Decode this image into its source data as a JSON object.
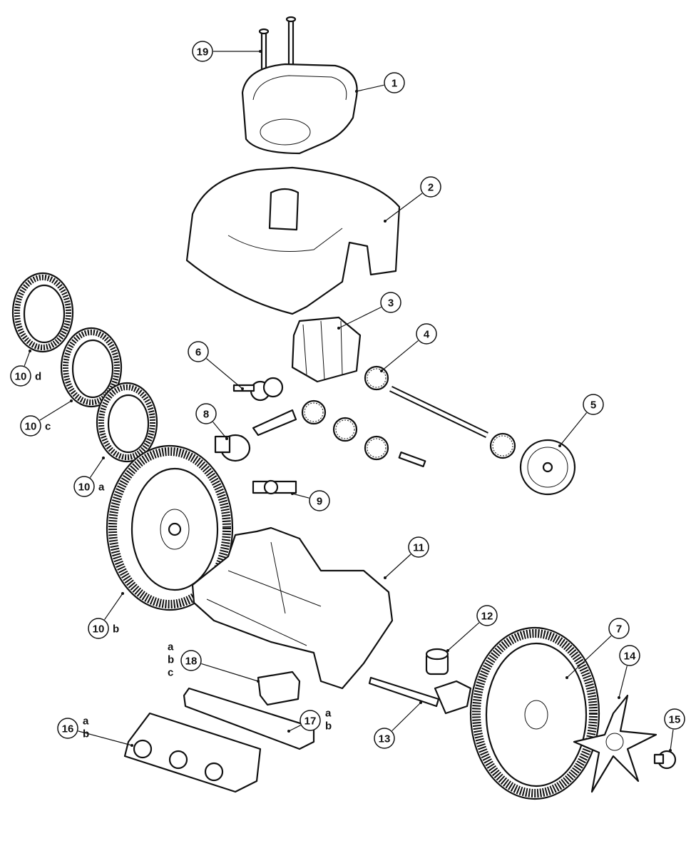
{
  "diagram": {
    "type": "exploded-parts-diagram",
    "callouts": [
      {
        "id": "19",
        "label": "19",
        "suffix": []
      },
      {
        "id": "1",
        "label": "1",
        "suffix": []
      },
      {
        "id": "2",
        "label": "2",
        "suffix": []
      },
      {
        "id": "3",
        "label": "3",
        "suffix": []
      },
      {
        "id": "4",
        "label": "4",
        "suffix": []
      },
      {
        "id": "5",
        "label": "5",
        "suffix": []
      },
      {
        "id": "6",
        "label": "6",
        "suffix": []
      },
      {
        "id": "8",
        "label": "8",
        "suffix": []
      },
      {
        "id": "9",
        "label": "9",
        "suffix": []
      },
      {
        "id": "10d",
        "label": "10",
        "suffix": [
          "d"
        ]
      },
      {
        "id": "10c",
        "label": "10",
        "suffix": [
          "c"
        ]
      },
      {
        "id": "10a",
        "label": "10",
        "suffix": [
          "a"
        ]
      },
      {
        "id": "10b",
        "label": "10",
        "suffix": [
          "b"
        ]
      },
      {
        "id": "11",
        "label": "11",
        "suffix": []
      },
      {
        "id": "12",
        "label": "12",
        "suffix": []
      },
      {
        "id": "7",
        "label": "7",
        "suffix": []
      },
      {
        "id": "14",
        "label": "14",
        "suffix": []
      },
      {
        "id": "15",
        "label": "15",
        "suffix": []
      },
      {
        "id": "18",
        "label": "18",
        "suffix": [
          "a",
          "b",
          "c"
        ]
      },
      {
        "id": "17",
        "label": "17",
        "suffix": [
          "a",
          "b"
        ]
      },
      {
        "id": "16",
        "label": "16",
        "suffix": [
          "a",
          "b"
        ]
      },
      {
        "id": "13",
        "label": "13",
        "suffix": []
      }
    ]
  }
}
